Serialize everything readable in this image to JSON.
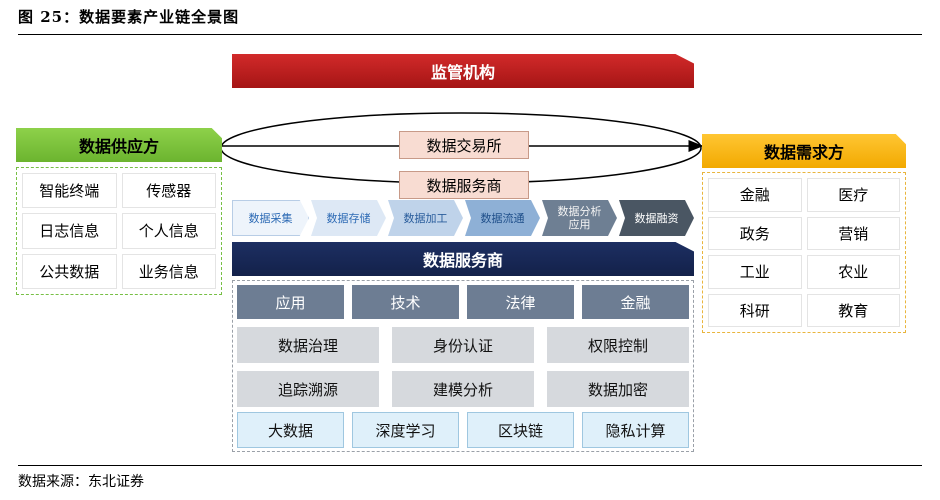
{
  "figure": {
    "title": "图 25：数据要素产业链全景图",
    "source": "数据来源：东北证券"
  },
  "regulator": {
    "label": "监管机构"
  },
  "exchange": {
    "top_label": "数据交易所",
    "bottom_label": "数据服务商"
  },
  "supply": {
    "header": "数据供应方",
    "items": [
      "智能终端",
      "传感器",
      "日志信息",
      "个人信息",
      "公共数据",
      "业务信息"
    ]
  },
  "demand": {
    "header": "数据需求方",
    "items": [
      "金融",
      "医疗",
      "政务",
      "营销",
      "工业",
      "农业",
      "科研",
      "教育"
    ]
  },
  "process": {
    "steps": [
      "数据采集",
      "数据存储",
      "数据加工",
      "数据流通",
      "数据分析\n应用",
      "数据融资"
    ]
  },
  "services": {
    "header": "数据服务商",
    "row1": [
      "应用",
      "技术",
      "法律",
      "金融"
    ],
    "row2": [
      "数据治理",
      "身份认证",
      "权限控制"
    ],
    "row3": [
      "追踪溯源",
      "建模分析",
      "数据加密"
    ],
    "row4": [
      "大数据",
      "深度学习",
      "区块链",
      "隐私计算"
    ]
  },
  "colors": {
    "regulator": "#c11f1f",
    "supply": "#7cc242",
    "demand": "#f5b400",
    "services": "#17275a",
    "exchange_box": "#f8dcd2"
  }
}
